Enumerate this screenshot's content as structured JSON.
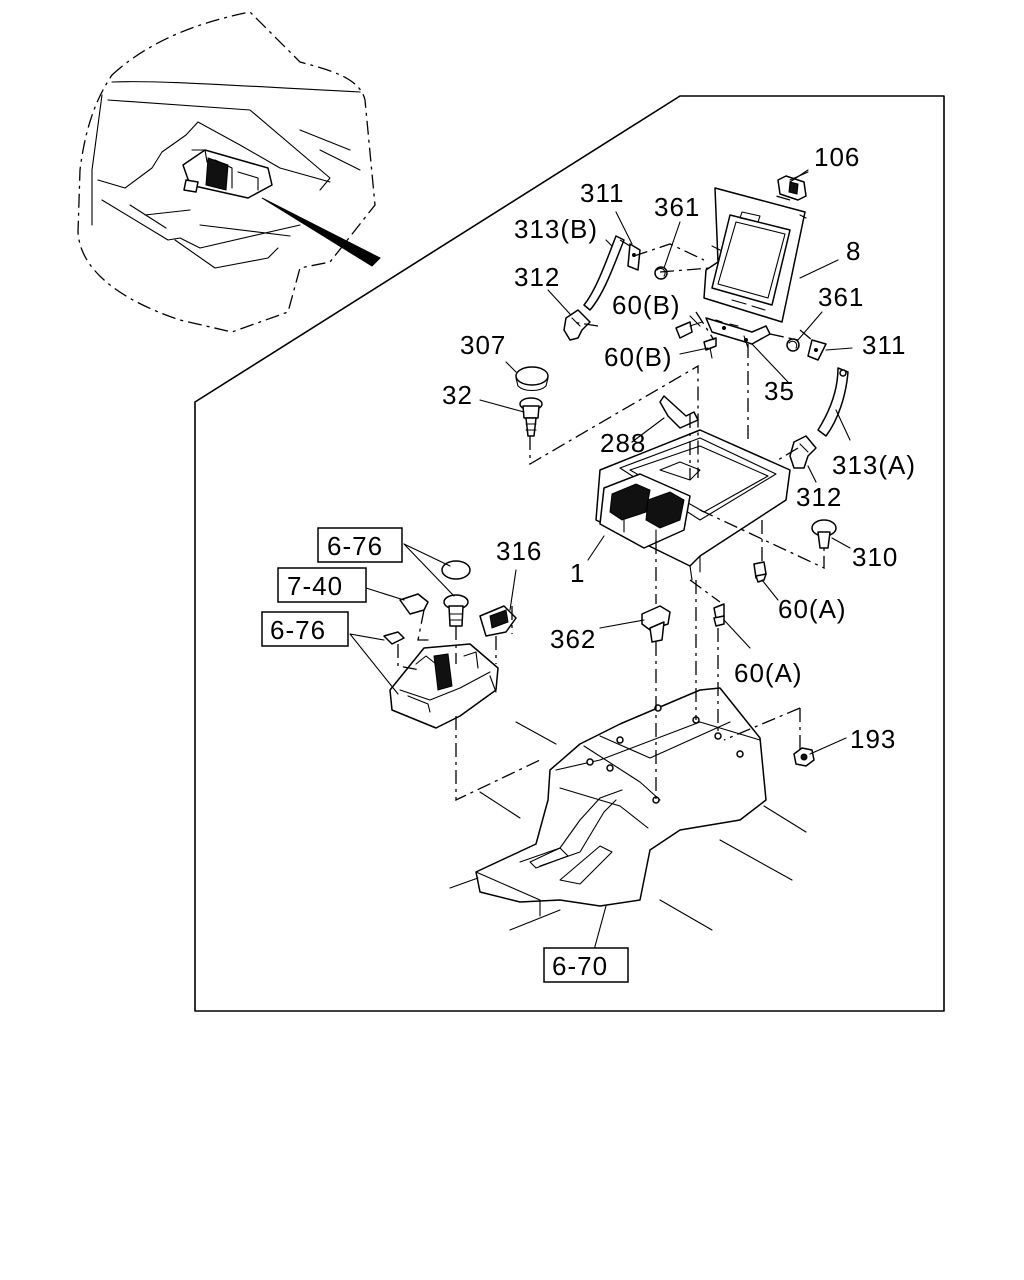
{
  "labels": {
    "p106": "106",
    "p8": "8",
    "p361a": "361",
    "p361b": "361",
    "p311a": "311",
    "p311b": "311",
    "p313b": "313(B)",
    "p313a": "313(A)",
    "p312a": "312",
    "p312b": "312",
    "p60b1": "60(B)",
    "p60b2": "60(B)",
    "p35": "35",
    "p307": "307",
    "p32": "32",
    "p288": "288",
    "p1": "1",
    "p310": "310",
    "p60a1": "60(A)",
    "p60a2": "60(A)",
    "p316": "316",
    "p362": "362",
    "p193": "193"
  },
  "refs": {
    "r676a": "6-76",
    "r740": "7-40",
    "r676b": "6-76",
    "r670": "6-70"
  }
}
